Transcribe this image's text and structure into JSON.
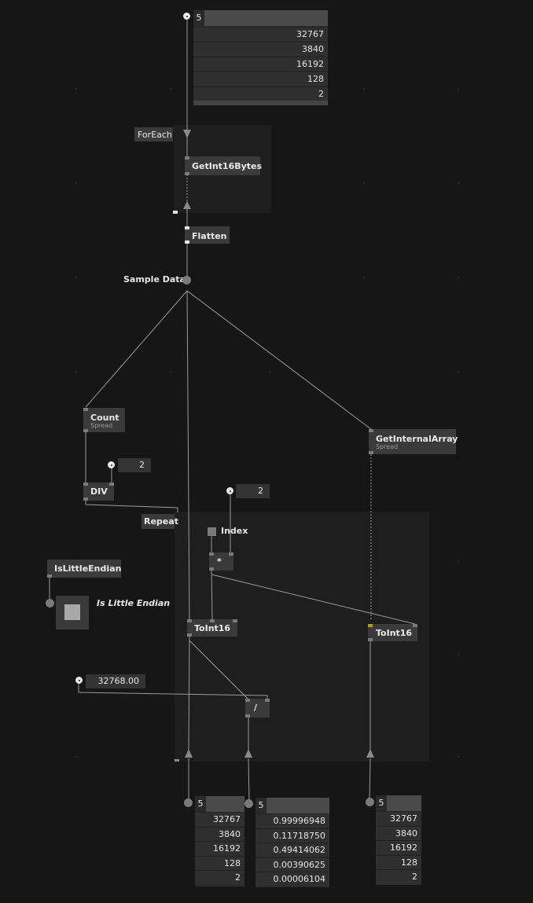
{
  "top_iobox": {
    "count": "5",
    "values": [
      "32767",
      "3840",
      "16192",
      "128",
      "2"
    ]
  },
  "foreach_label": "ForEach",
  "getint16_node": {
    "title": "GetInt16Bytes"
  },
  "flatten_node": {
    "title": "Flatten"
  },
  "sample_data_label": "Sample Data",
  "count_node": {
    "title": "Count",
    "sub": "Spread"
  },
  "div_node": {
    "title": "DIV"
  },
  "div_input_value": "2",
  "repeat_label": "Repeat",
  "index_label": "Index",
  "mul_node": {
    "title": "*"
  },
  "mul_input_value": "2",
  "getinternal_node": {
    "title": "GetInternalArray",
    "sub": "Spread"
  },
  "islittleendian_node": {
    "title": "IsLittleEndian"
  },
  "islittleendian_caption": "Is Little Endian",
  "toint16_left": {
    "title": "ToInt16"
  },
  "toint16_right": {
    "title": "ToInt16"
  },
  "divide_node": {
    "title": "/"
  },
  "divisor_value": "32768.00",
  "out_left": {
    "count": "5",
    "values": [
      "32767",
      "3840",
      "16192",
      "128",
      "2"
    ]
  },
  "out_mid": {
    "count": "5",
    "values": [
      "0.99996948",
      "0.11718750",
      "0.49414062",
      "0.00390625",
      "0.00006104"
    ]
  },
  "out_right": {
    "count": "5",
    "values": [
      "32767",
      "3840",
      "16192",
      "128",
      "2"
    ]
  },
  "colors": {
    "background": "#161616",
    "node": "#3a3a3a",
    "link": "#9a9a9a",
    "highlight_pin": "#c8901c"
  }
}
